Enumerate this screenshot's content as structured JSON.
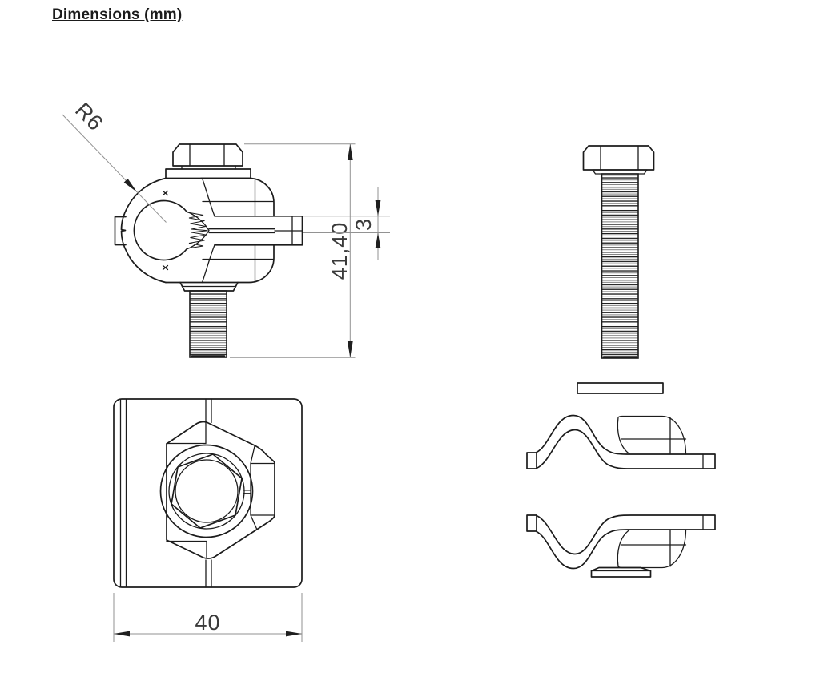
{
  "title": "Dimensions (mm)",
  "drawing": {
    "front_view": {
      "radius_dim": "R6",
      "height_dim": "41,40",
      "tab_thickness_dim": "3"
    },
    "top_view": {
      "width_dim": "40"
    }
  },
  "colors": {
    "background": "#ffffff",
    "outline": "#1c1c1c",
    "dimension_line": "#929292",
    "dimension_text": "#3a3a3a"
  }
}
